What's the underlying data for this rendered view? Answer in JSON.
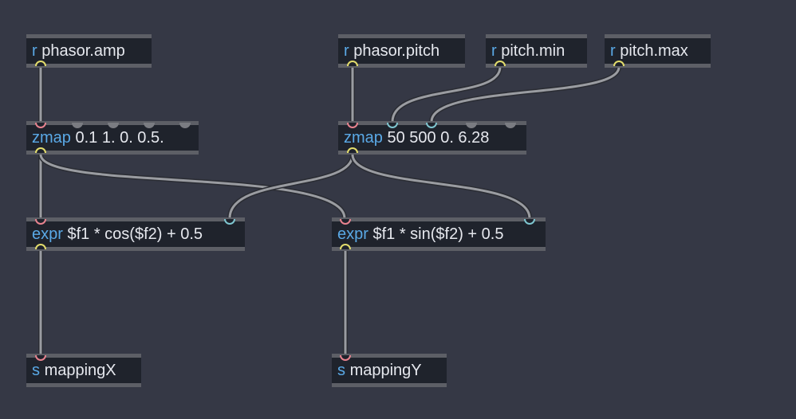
{
  "patch": {
    "background": "#353845",
    "objects": {
      "phasor_amp": {
        "cls": "r",
        "args": "phasor.amp"
      },
      "phasor_pitch": {
        "cls": "r",
        "args": "phasor.pitch"
      },
      "pitch_min": {
        "cls": "r",
        "args": "pitch.min"
      },
      "pitch_max": {
        "cls": "r",
        "args": "pitch.max"
      },
      "zmap_amp": {
        "cls": "zmap",
        "args": "0.1 1. 0. 0.5."
      },
      "zmap_pitch": {
        "cls": "zmap",
        "args": "50 500 0. 6.28"
      },
      "expr_x": {
        "cls": "expr",
        "args": "$f1 * cos($f2) + 0.5"
      },
      "expr_y": {
        "cls": "expr",
        "args": "$f1 * sin($f2) + 0.5"
      },
      "send_x": {
        "cls": "s",
        "args": "mappingX"
      },
      "send_y": {
        "cls": "s",
        "args": "mappingY"
      }
    }
  }
}
